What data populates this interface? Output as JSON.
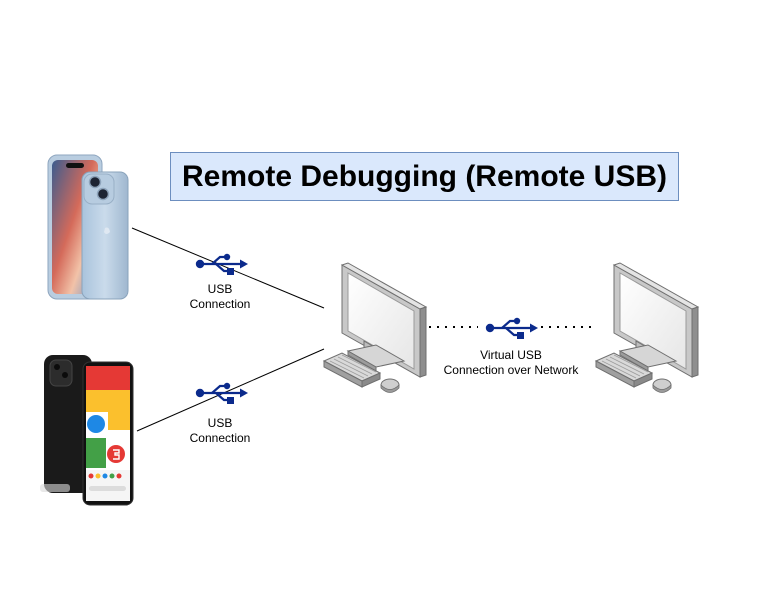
{
  "title": "Remote Debugging (Remote USB)",
  "connections": {
    "iphone_usb": {
      "line1": "USB",
      "line2": "Connection",
      "icon": "usb-icon"
    },
    "android_usb": {
      "line1": "USB",
      "line2": "Connection",
      "icon": "usb-icon"
    },
    "network": {
      "line1": "Virtual USB",
      "line2": "Connection over Network",
      "icon": "usb-icon"
    }
  },
  "devices": {
    "iphone": {
      "icon": "iphone-image"
    },
    "android": {
      "icon": "android-phone-image"
    },
    "local_computer": {
      "icon": "computer-icon"
    },
    "remote_computer": {
      "icon": "computer-icon"
    }
  },
  "colors": {
    "title_fill": "#dae8fc",
    "title_border": "#6c8ebf",
    "usb_icon": "#0b2a8c"
  }
}
